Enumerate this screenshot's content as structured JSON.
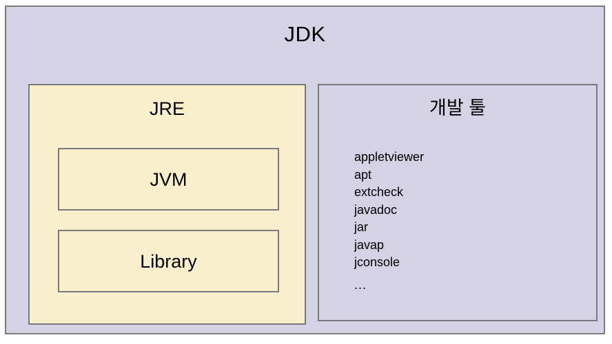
{
  "diagram": {
    "type": "nested-box-diagram",
    "title": "JDK",
    "colors": {
      "outer_fill": "#D5D2E6",
      "jre_fill": "#FAEFCD",
      "devtools_fill": "#D5D2E6",
      "border": "#7A7A7A",
      "text": "#000000",
      "page_background": "#FFFFFF"
    },
    "jdk": {
      "label": "JDK",
      "children": {
        "jre": {
          "label": "JRE",
          "children": [
            {
              "label": "JVM"
            },
            {
              "label": "Library"
            }
          ]
        },
        "devtools": {
          "label": "개발 툴",
          "tools": [
            "appletviewer",
            "apt",
            "extcheck",
            "javadoc",
            "jar",
            "javap",
            "jconsole"
          ],
          "more_indicator": "..."
        }
      }
    }
  }
}
